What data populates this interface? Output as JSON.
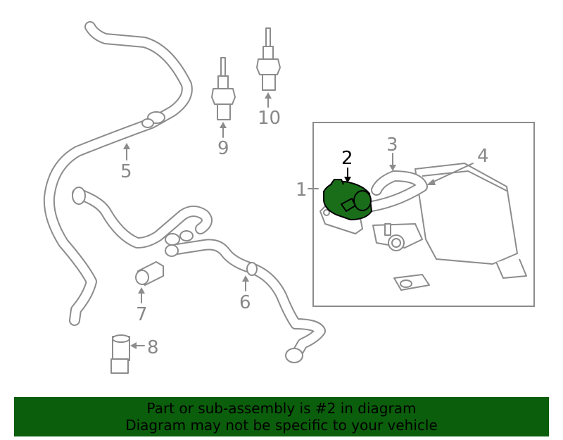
{
  "callouts": [
    {
      "id": "1",
      "label": "1"
    },
    {
      "id": "2",
      "label": "2"
    },
    {
      "id": "3",
      "label": "3"
    },
    {
      "id": "4",
      "label": "4"
    },
    {
      "id": "5",
      "label": "5"
    },
    {
      "id": "6",
      "label": "6"
    },
    {
      "id": "7",
      "label": "7"
    },
    {
      "id": "8",
      "label": "8"
    },
    {
      "id": "9",
      "label": "9"
    },
    {
      "id": "10",
      "label": "10"
    }
  ],
  "banner": {
    "line1": "Part or sub-assembly is #2 in diagram",
    "line2": "Diagram may not be specific to your vehicle"
  },
  "colors": {
    "highlight": "#1a6e1a",
    "banner_bg": "#0b5e0b",
    "line_art": "#8c8c8c"
  }
}
